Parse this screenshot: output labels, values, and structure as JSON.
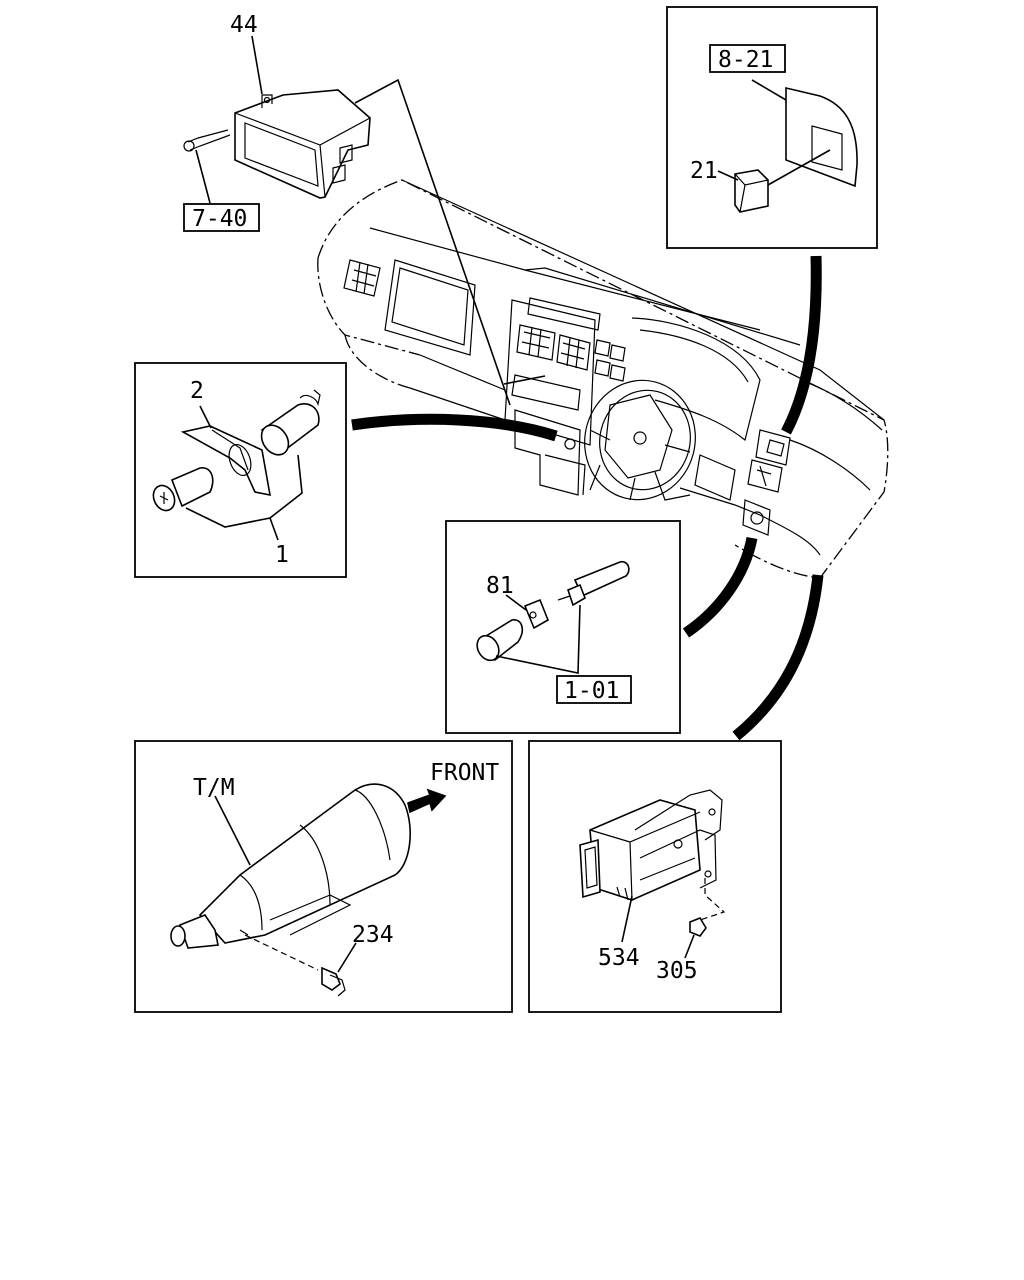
{
  "labels": {
    "pocket_part": "44",
    "pocket_ref": "7-40",
    "cover_ref": "8-21",
    "cover_cap": "21",
    "lighter_housing": "2",
    "lighter_assembly": "1",
    "switch_clip": "81",
    "switch_ref": "1-01",
    "transmission": "T/M",
    "front": "FRONT",
    "tm_sensor": "234",
    "control_unit": "534",
    "nut": "305"
  }
}
